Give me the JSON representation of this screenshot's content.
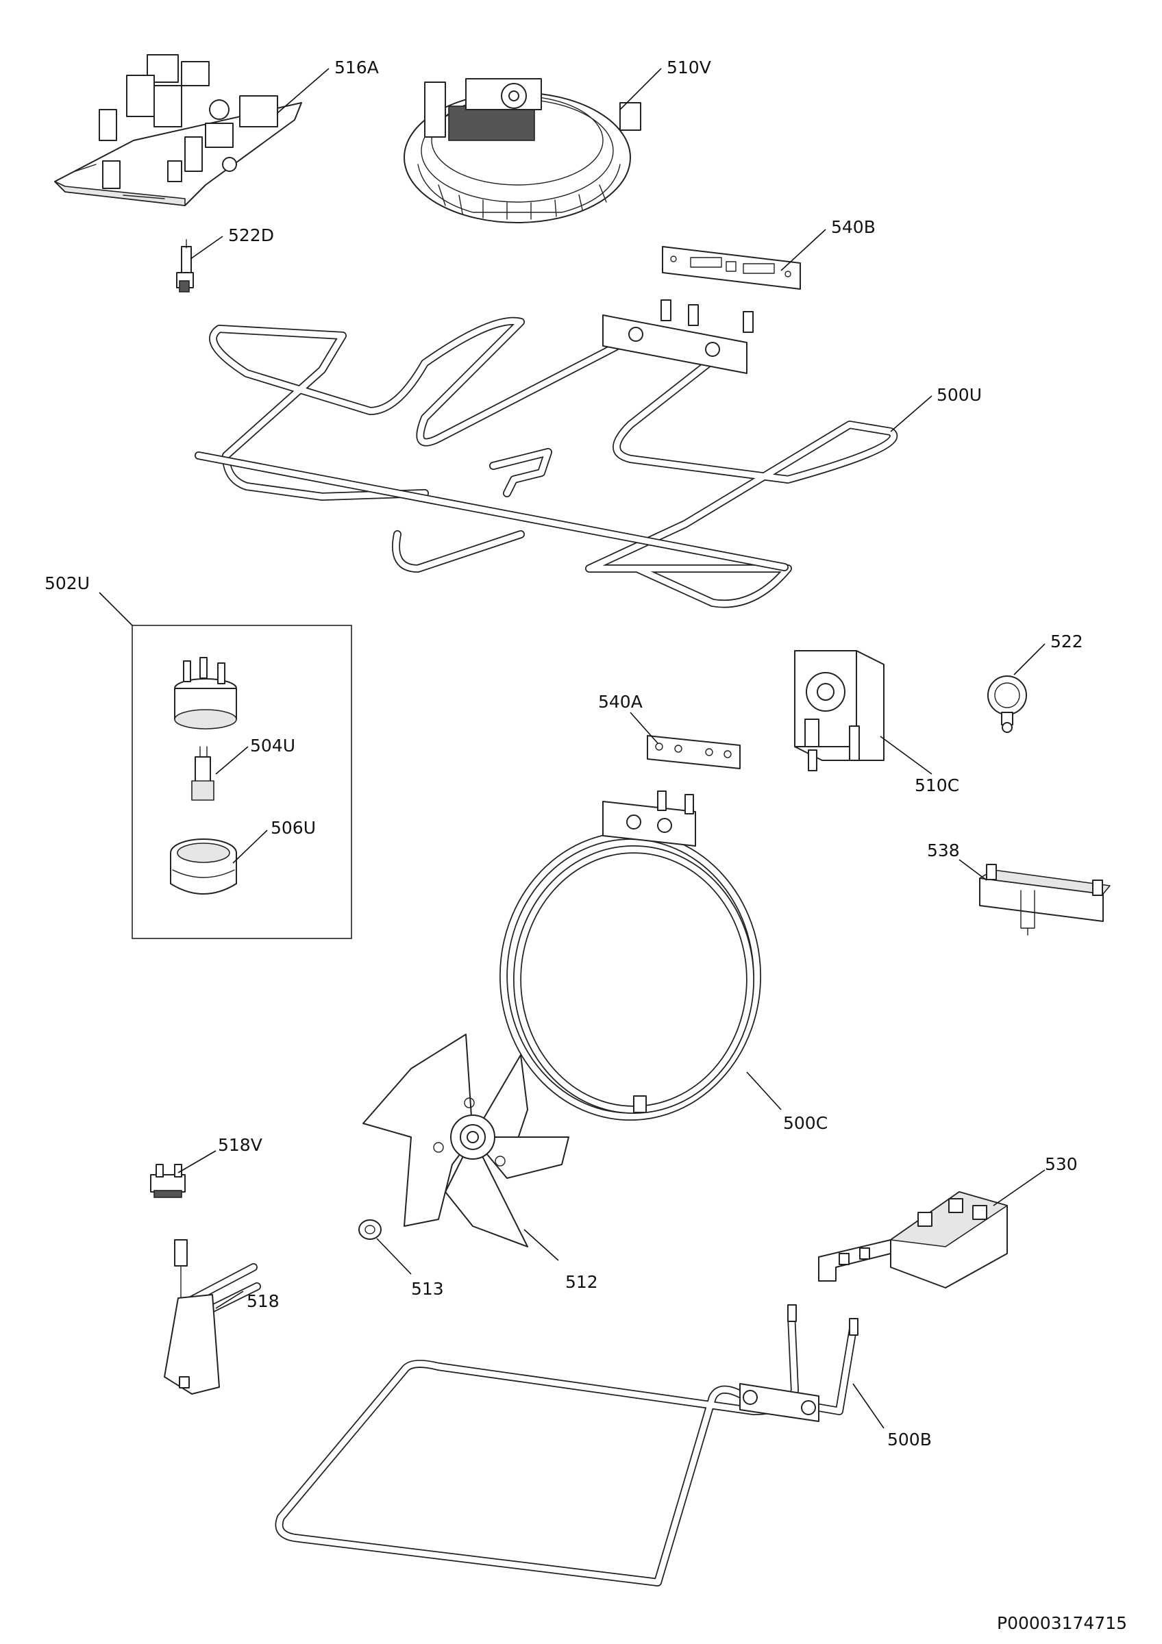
{
  "document_id": "P00003174715",
  "parts": [
    {
      "id": "516A"
    },
    {
      "id": "510V"
    },
    {
      "id": "522D"
    },
    {
      "id": "540B"
    },
    {
      "id": "500U"
    },
    {
      "id": "502U"
    },
    {
      "id": "504U"
    },
    {
      "id": "506U"
    },
    {
      "id": "540A"
    },
    {
      "id": "510C"
    },
    {
      "id": "522"
    },
    {
      "id": "538"
    },
    {
      "id": "500C"
    },
    {
      "id": "518V"
    },
    {
      "id": "518"
    },
    {
      "id": "513"
    },
    {
      "id": "512"
    },
    {
      "id": "530"
    },
    {
      "id": "500B"
    }
  ]
}
